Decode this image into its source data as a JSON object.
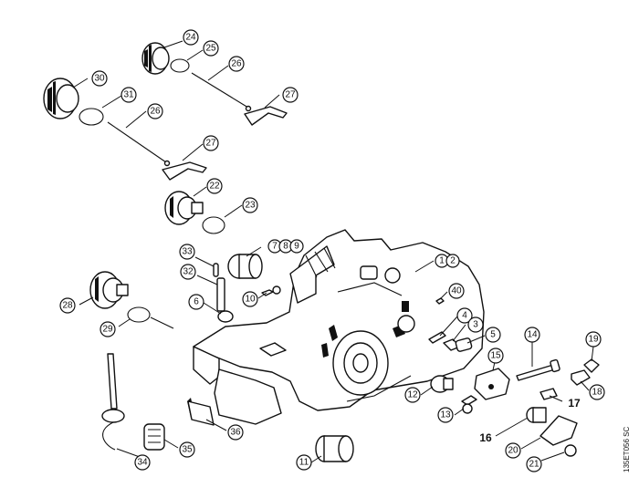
{
  "drawing_code": "135ET056 SC",
  "callouts": {
    "n1": "1",
    "n2": "2",
    "n3": "3",
    "n4": "4",
    "n5": "5",
    "n6": "6",
    "n7": "7",
    "n8": "8",
    "n9": "9",
    "n10": "10",
    "n11": "11",
    "n12": "12",
    "n13": "13",
    "n14": "14",
    "n15": "15",
    "n16": "16",
    "n17": "17",
    "n18": "18",
    "n19": "19",
    "n20": "20",
    "n21": "21",
    "n22": "22",
    "n23": "23",
    "n24": "24",
    "n25": "25",
    "n26a": "26",
    "n26b": "26",
    "n27a": "27",
    "n27b": "27",
    "n28": "28",
    "n29": "29",
    "n30": "30",
    "n31": "31",
    "n32": "32",
    "n33": "33",
    "n34": "34",
    "n35": "35",
    "n36": "36",
    "n40": "40"
  }
}
